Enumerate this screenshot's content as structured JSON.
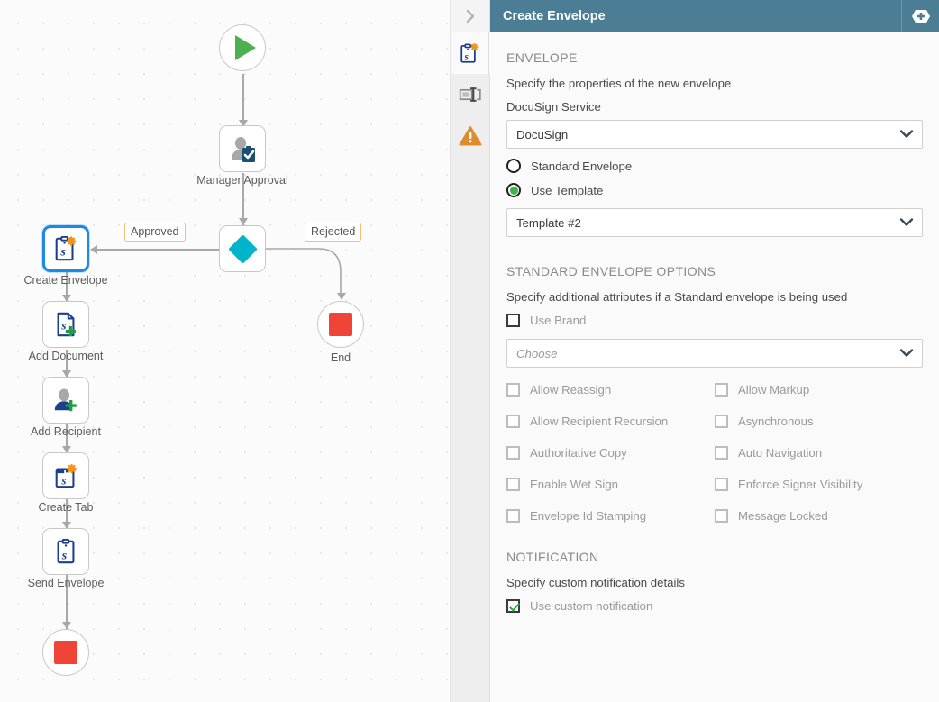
{
  "window": {
    "panel_title": "Create Envelope",
    "collapse_icon": "chevron-right-icon",
    "add_icon": "hex-plus-icon"
  },
  "vtabs": [
    {
      "name": "envelope-properties-tab",
      "icon": "envelope-star-icon",
      "active": true
    },
    {
      "name": "input-output-tab",
      "icon": "input-output-icon",
      "active": false
    },
    {
      "name": "warnings-tab",
      "icon": "warning-triangle-icon",
      "active": false
    }
  ],
  "form": {
    "envelope_section": {
      "title": "ENVELOPE",
      "description": "Specify the properties of the new envelope",
      "service_label": "DocuSign Service",
      "service_value": "DocuSign",
      "radios": [
        {
          "label": "Standard Envelope",
          "checked": false
        },
        {
          "label": "Use Template",
          "checked": true
        }
      ],
      "template_value": "Template #2"
    },
    "standard_options_section": {
      "title": "STANDARD ENVELOPE OPTIONS",
      "description": "Specify additional attributes if a Standard envelope is being used",
      "use_brand_label": "Use Brand",
      "use_brand_checked": false,
      "brand_placeholder": "Choose",
      "options": [
        {
          "label": "Allow Reassign",
          "checked": false
        },
        {
          "label": "Allow Markup",
          "checked": false
        },
        {
          "label": "Allow Recipient Recursion",
          "checked": false
        },
        {
          "label": "Asynchronous",
          "checked": false
        },
        {
          "label": "Authoritative Copy",
          "checked": false
        },
        {
          "label": "Auto Navigation",
          "checked": false
        },
        {
          "label": "Enable Wet Sign",
          "checked": false
        },
        {
          "label": "Enforce Signer Visibility",
          "checked": false
        },
        {
          "label": "Envelope Id Stamping",
          "checked": false
        },
        {
          "label": "Message Locked",
          "checked": false
        }
      ]
    },
    "notification_section": {
      "title": "NOTIFICATION",
      "description": "Specify custom notification details",
      "use_custom_label": "Use custom notification",
      "use_custom_checked": true
    }
  },
  "flow": {
    "nodes": [
      {
        "id": "start",
        "label": "",
        "shape": "circle",
        "icon": "play-icon",
        "selected": false
      },
      {
        "id": "manager-approval",
        "label": "Manager Approval",
        "shape": "box",
        "icon": "user-approval-icon",
        "selected": false
      },
      {
        "id": "decision",
        "label": "",
        "shape": "box",
        "icon": "diamond-icon",
        "selected": false
      },
      {
        "id": "create-envelope",
        "label": "Create Envelope",
        "shape": "box",
        "icon": "envelope-star-icon",
        "selected": true
      },
      {
        "id": "add-document",
        "label": "Add Document",
        "shape": "box",
        "icon": "document-plus-icon",
        "selected": false
      },
      {
        "id": "add-recipient",
        "label": "Add Recipient",
        "shape": "box",
        "icon": "user-plus-icon",
        "selected": false
      },
      {
        "id": "create-tab",
        "label": "Create Tab",
        "shape": "box",
        "icon": "tab-star-icon",
        "selected": false
      },
      {
        "id": "send-envelope",
        "label": "Send Envelope",
        "shape": "box",
        "icon": "envelope-send-icon",
        "selected": false
      },
      {
        "id": "end-main",
        "label": "",
        "shape": "circle",
        "icon": "stop-icon",
        "selected": false
      },
      {
        "id": "end-rejected",
        "label": "End",
        "shape": "circle",
        "icon": "stop-icon",
        "selected": false
      }
    ],
    "edge_labels": [
      {
        "id": "approved",
        "text": "Approved"
      },
      {
        "id": "rejected",
        "text": "Rejected"
      }
    ]
  },
  "colors": {
    "header_bg": "#4b7d95",
    "selected_node_border": "#1e88e5",
    "start_green": "#4caf50",
    "stop_red": "#f04438",
    "decision_cyan": "#00b4cc",
    "warning_orange": "#e08b2c",
    "docusign_blue": "#1b3f8f",
    "check_green": "#2aa845",
    "edge_label_border": "#f0c078"
  }
}
